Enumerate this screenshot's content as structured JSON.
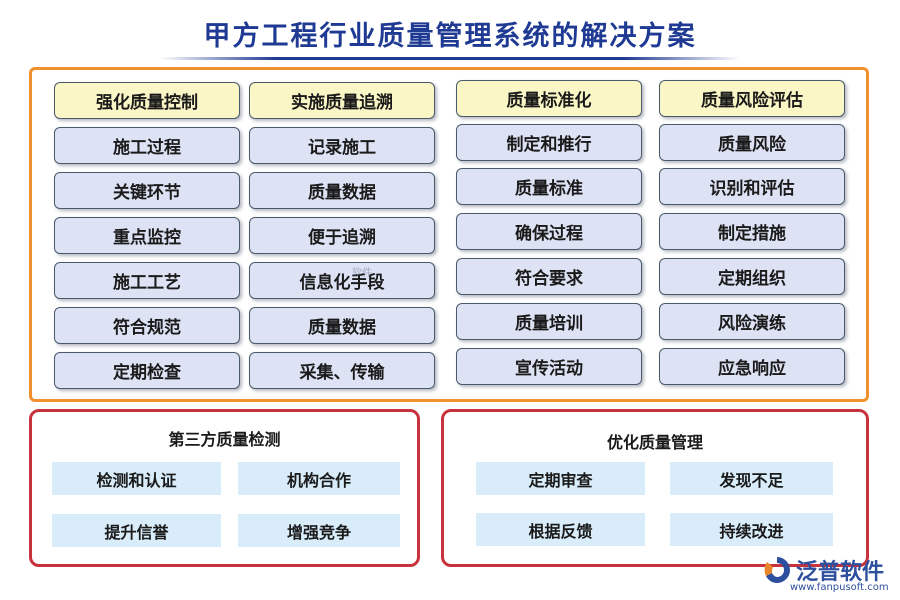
{
  "title": "甲方工程行业质量管理系统的解决方案",
  "columns": [
    {
      "head": "强化质量控制",
      "items": [
        "施工过程",
        "关键环节",
        "重点监控",
        "施工工艺",
        "符合规范",
        "定期检查"
      ]
    },
    {
      "head": "实施质量追溯",
      "items": [
        "记录施工",
        "质量数据",
        "便于追溯",
        "信息化手段",
        "质量数据",
        "采集、传输"
      ]
    },
    {
      "head": "质量标准化",
      "items": [
        "制定和推行",
        "质量标准",
        "确保过程",
        "符合要求",
        "质量培训",
        "宣传活动"
      ]
    },
    {
      "head": "质量风险评估",
      "items": [
        "质量风险",
        "识别和评估",
        "制定措施",
        "定期组织",
        "风险演练",
        "应急响应"
      ]
    }
  ],
  "third_party": {
    "title": "第三方质量检测",
    "items": [
      "检测和认证",
      "机构合作",
      "提升信誉",
      "增强竞争"
    ]
  },
  "optimize": {
    "title": "优化质量管理",
    "items": [
      "定期审查",
      "发现不足",
      "根据反馈",
      "持续改进"
    ]
  },
  "watermark": "软件",
  "logo": {
    "name": "泛普软件",
    "url": "www.fanpusoft.com"
  },
  "colors": {
    "title": "#1f3a93",
    "orange_border": "#f0912d",
    "red_border": "#c8323c",
    "cell": "#dde3f5",
    "head_cell": "#fbf6c5",
    "blue_box": "#d8ecfa"
  }
}
